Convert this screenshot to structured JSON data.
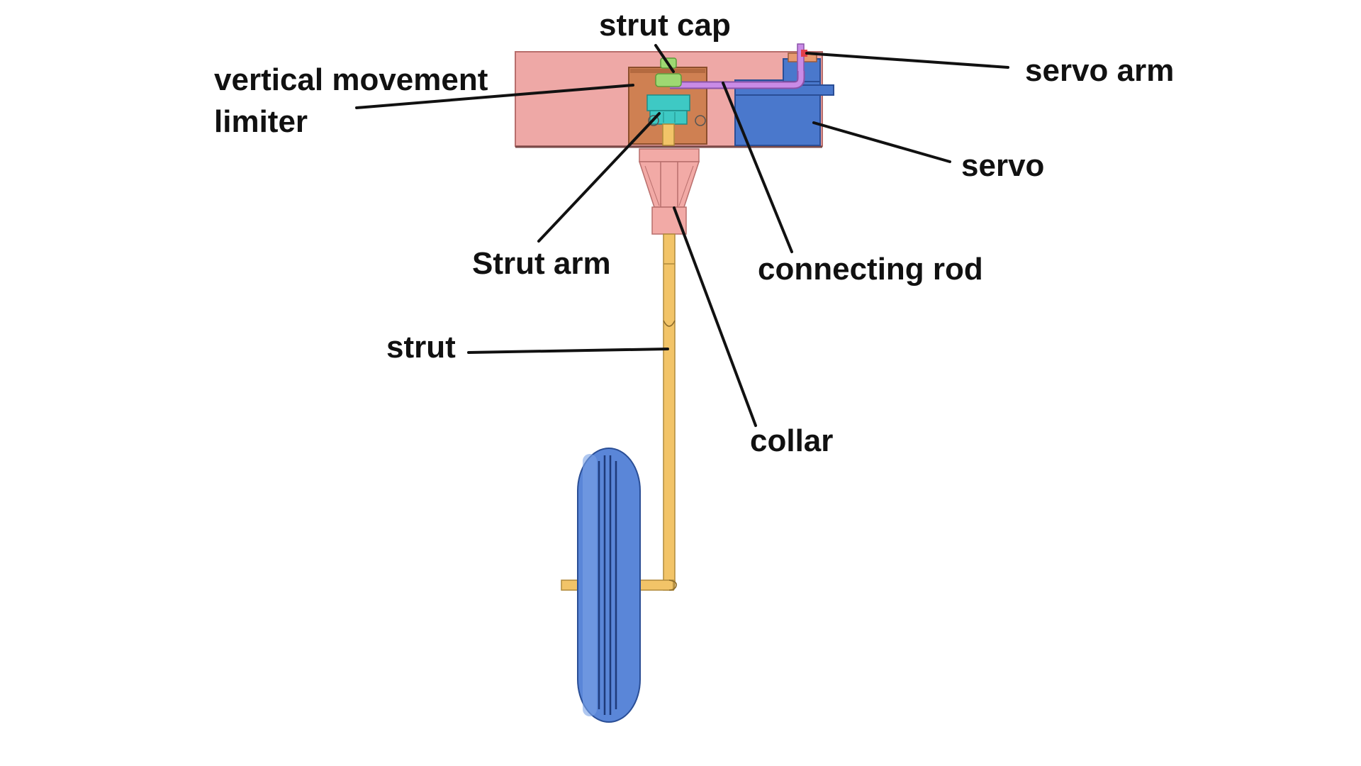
{
  "labels": {
    "strut_cap": "strut cap",
    "vertical_movement_limiter_line1": "vertical movement",
    "vertical_movement_limiter_line2": "limiter",
    "servo_arm": "servo arm",
    "servo": "servo",
    "strut_arm": "Strut arm",
    "connecting_rod": "connecting rod",
    "strut": "strut",
    "collar": "collar"
  },
  "colors": {
    "housing": "#eea8a6",
    "collar": "#f2aaa6",
    "limiter": "#cf8052",
    "servo": "#4a78cc",
    "connecting_rod": "#c98be6",
    "strut": "#f2c468",
    "strut_cap": "#9ed872",
    "strut_arm": "#3ec9c4",
    "wheel": "#5a86d8",
    "leader_lines": "#111111"
  }
}
